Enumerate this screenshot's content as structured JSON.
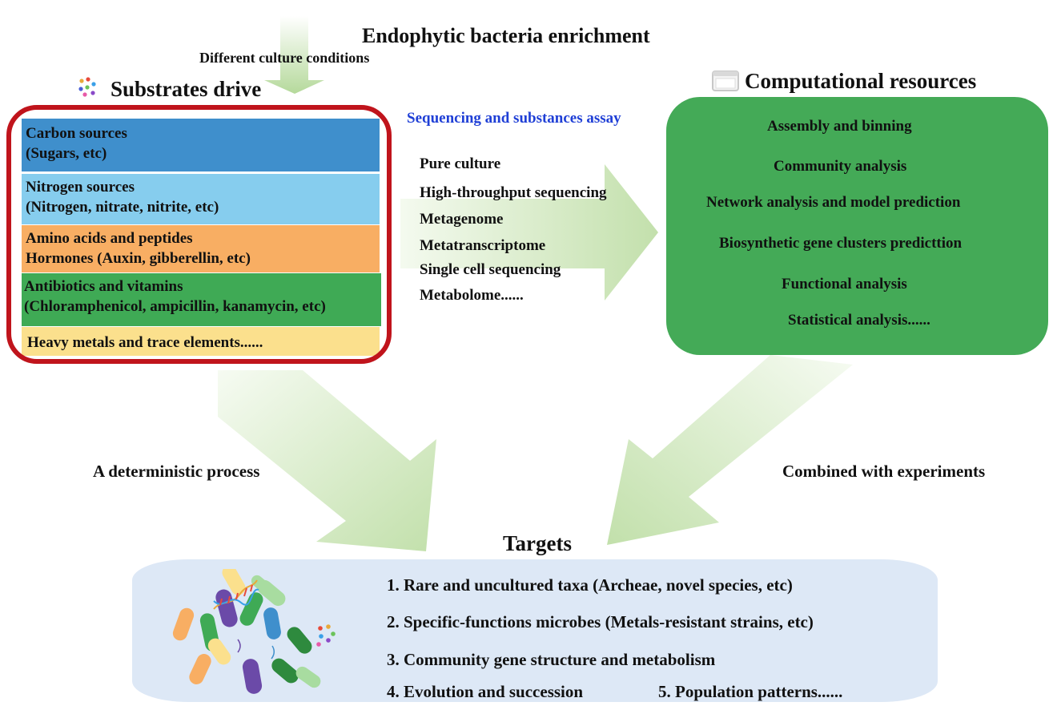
{
  "header": {
    "title": "Endophytic bacteria enrichment",
    "subtitle": "Different culture conditions"
  },
  "substrates": {
    "title": "Substrates drive",
    "bands": [
      {
        "line1": "Carbon sources",
        "line2": "(Sugars, etc)",
        "color": "#3f8fcc"
      },
      {
        "line1": "Nitrogen sources",
        "line2": "(Nitrogen, nitrate, nitrite, etc)",
        "color": "#86cdee"
      },
      {
        "line1": "Amino acids and peptides",
        "line2": "Hormones (Auxin, gibberellin, etc)",
        "color": "#f8ae63"
      },
      {
        "line1": "Antibiotics and vitamins",
        "line2": "(Chloramphenicol, ampicillin, kanamycin, etc)",
        "color": "#3faa55"
      },
      {
        "line1": "Heavy metals and trace elements......",
        "color": "#fbe08d"
      }
    ],
    "border_color": "#c0141c"
  },
  "methods": {
    "title": "Sequencing and substances assay",
    "title_color": "#1f3fd6",
    "items": [
      "Pure culture",
      "High-throughput sequencing",
      "Metagenome",
      "Metatranscriptome",
      "Single cell sequencing",
      "Metabolome......"
    ]
  },
  "computational": {
    "title": "Computational resources",
    "color": "#44aa57",
    "items": [
      "Assembly and binning",
      "Community analysis",
      "Network analysis and model prediction",
      "Biosynthetic gene clusters predicttion",
      "Functional analysis",
      "Statistical analysis......"
    ]
  },
  "flows": {
    "left_label": "A deterministic process",
    "right_label": "Combined with experiments",
    "arrow_color": "#c9e3b6"
  },
  "targets": {
    "title": "Targets",
    "panel_color": "#dde8f6",
    "items": [
      "1. Rare and uncultured taxa (Archeae, novel species, etc)",
      "2. Specific-functions microbes (Metals-resistant strains, etc)",
      "3. Community gene structure and metabolism",
      "4. Evolution and succession",
      "5. Population patterns......"
    ]
  },
  "icons": [
    "colored-dots-icon",
    "window-icon",
    "bacteria-cluster-icon",
    "dna-helix-icon"
  ]
}
